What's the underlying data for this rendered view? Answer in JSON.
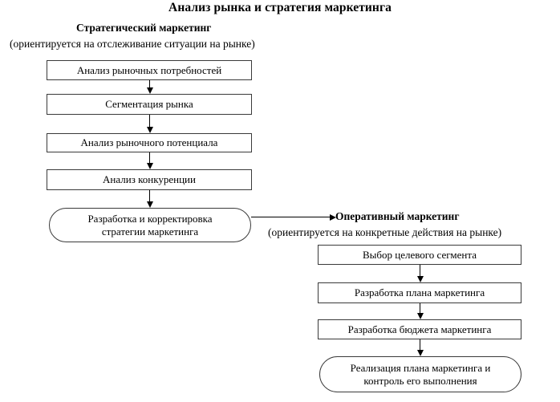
{
  "title": "Анализ рынка и стратегия маркетинга",
  "columns": {
    "strategic": {
      "heading": "Стратегический маркетинг",
      "subtitle": "(ориентируется на отслеживание ситуации на рынке)",
      "steps": [
        {
          "id": "needs",
          "label": "Анализ рыночных потребностей",
          "shape": "rect"
        },
        {
          "id": "segment",
          "label": "Сегментация рынка",
          "shape": "rect"
        },
        {
          "id": "potential",
          "label": "Анализ рыночного потенциала",
          "shape": "rect"
        },
        {
          "id": "competition",
          "label": "Анализ конкуренции",
          "shape": "rect"
        },
        {
          "id": "strategy",
          "label": "Разработка и корректировка\nстратегии маркетинга",
          "shape": "rounded"
        }
      ]
    },
    "operative": {
      "heading": "Оперативный маркетинг",
      "subtitle": "(ориентируется на конкретные действия на рынке)",
      "steps": [
        {
          "id": "target",
          "label": "Выбор целевого сегмента",
          "shape": "rect"
        },
        {
          "id": "plan",
          "label": "Разработка плана маркетинга",
          "shape": "rect"
        },
        {
          "id": "budget",
          "label": "Разработка бюджета маркетинга",
          "shape": "rect"
        },
        {
          "id": "implement",
          "label": "Реализация плана маркетинга и\nконтроль его выполнения",
          "shape": "rounded"
        }
      ]
    }
  },
  "connectors": [
    {
      "id": "needs-segment",
      "from": "needs",
      "to": "segment",
      "direction": "down"
    },
    {
      "id": "segment-potential",
      "from": "segment",
      "to": "potential",
      "direction": "down"
    },
    {
      "id": "potential-competition",
      "from": "potential",
      "to": "competition",
      "direction": "down"
    },
    {
      "id": "competition-strategy",
      "from": "competition",
      "to": "strategy",
      "direction": "down"
    },
    {
      "id": "strategy-operative",
      "from": "strategy",
      "to": "operative-heading",
      "direction": "right"
    },
    {
      "id": "target-plan",
      "from": "target",
      "to": "plan",
      "direction": "down"
    },
    {
      "id": "plan-budget",
      "from": "plan",
      "to": "budget",
      "direction": "down"
    },
    {
      "id": "budget-implement",
      "from": "budget",
      "to": "implement",
      "direction": "down"
    }
  ],
  "colors": {
    "background": "#ffffff",
    "text": "#000000",
    "node_border": "#3a3a3a",
    "connector": "#000000"
  }
}
